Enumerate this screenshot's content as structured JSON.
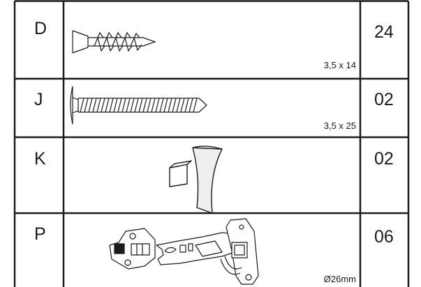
{
  "parts_list": {
    "rows": [
      {
        "code": "D",
        "quantity": "24",
        "size": "3,5 x 14",
        "icon": "countersunk-wood-screw-icon"
      },
      {
        "code": "J",
        "quantity": "02",
        "size": "3,5 x 25",
        "icon": "pan-head-long-screw-icon"
      },
      {
        "code": "K",
        "quantity": "02",
        "size": "",
        "icon": "cabinet-knob-icon"
      },
      {
        "code": "P",
        "quantity": "06",
        "size": "Ø26mm",
        "icon": "concealed-hinge-icon"
      }
    ]
  },
  "colors": {
    "line": "#1a1a1a",
    "knob_fill": "#eeeeee"
  }
}
